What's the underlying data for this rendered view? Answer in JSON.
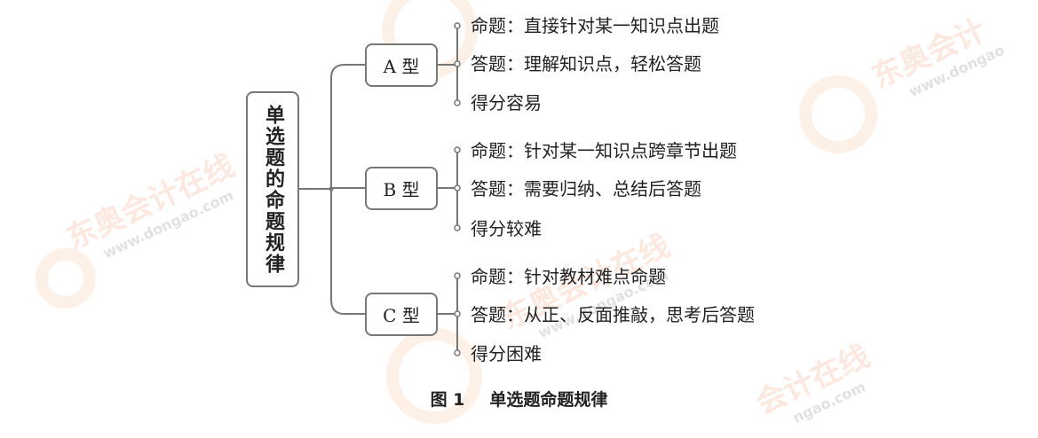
{
  "root": {
    "label": "单选题的命题规律"
  },
  "branches": [
    {
      "label": "A 型",
      "items": [
        "命题：直接针对某一知识点出题",
        "答题：理解知识点，轻松答题",
        "得分容易"
      ]
    },
    {
      "label": "B 型",
      "items": [
        "命题：针对某一知识点跨章节出题",
        "答题：需要归纳、总结后答题",
        "得分较难"
      ]
    },
    {
      "label": "C 型",
      "items": [
        "命题：针对教材难点命题",
        "答题：从正、反面推敲，思考后答题",
        "得分困难"
      ]
    }
  ],
  "caption": {
    "number": "图 1",
    "title": "单选题命题规律"
  },
  "watermark": {
    "name": "东奥会计在线",
    "url": "www.dongao.com"
  },
  "colors": {
    "line": "#777777",
    "text": "#222222",
    "watermark": "#f0966e"
  }
}
